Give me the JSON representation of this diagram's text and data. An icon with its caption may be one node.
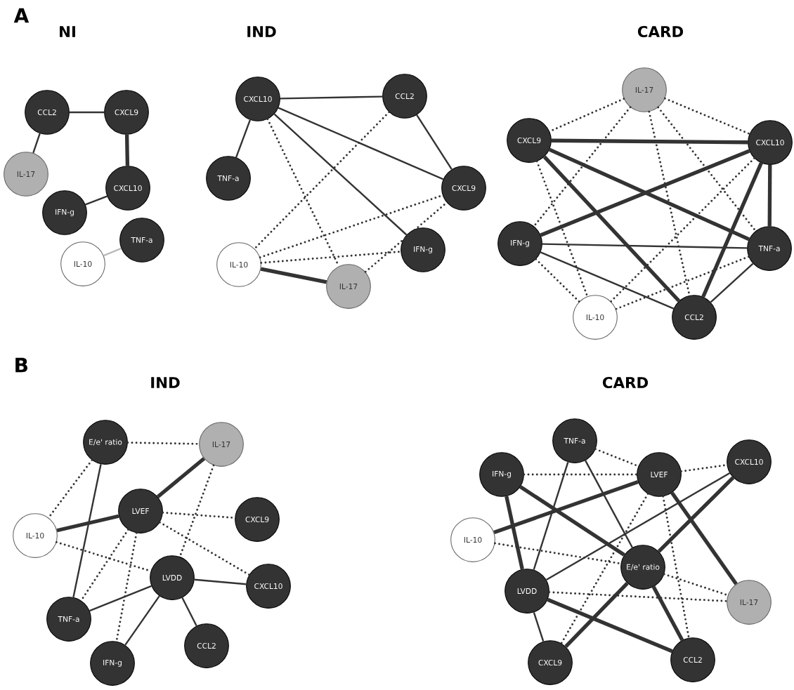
{
  "diagram": {
    "nodes": [
      {
        "text": [
          "CCL2"
        ]
      },
      {
        "text": [
          "CXCL9"
        ]
      },
      {
        "text": [
          "IL-17"
        ]
      },
      {
        "text": [
          "CXCL10"
        ]
      },
      {
        "text": [
          "IFN-g"
        ]
      },
      {
        "text": [
          "TNF-a"
        ]
      },
      {
        "text": [
          "IL-10"
        ]
      },
      {
        "text": [
          "CXCL10"
        ]
      },
      {
        "text": [
          "CCL2"
        ]
      },
      {
        "text": [
          "TNF-a"
        ]
      },
      {
        "text": [
          "CXCL9"
        ]
      },
      {
        "text": [
          "IL-10"
        ]
      },
      {
        "text": [
          "IFN-g"
        ]
      },
      {
        "text": [
          "IL-17"
        ]
      },
      {
        "text": [
          "IL-17"
        ]
      },
      {
        "text": [
          "CXCL9"
        ]
      },
      {
        "text": [
          "CXCL10"
        ]
      },
      {
        "text": [
          "IFN-g"
        ]
      },
      {
        "text": [
          "TNF-a"
        ]
      },
      {
        "text": [
          "IL-10"
        ]
      },
      {
        "text": [
          "CCL2"
        ]
      },
      {
        "text": [
          "E/e' ratio"
        ]
      },
      {
        "text": [
          "IL-17"
        ]
      },
      {
        "text": [
          "LVEF"
        ]
      },
      {
        "text": [
          "CXCL9"
        ]
      },
      {
        "text": [
          "IL-10"
        ]
      },
      {
        "text": [
          "LVDD"
        ]
      },
      {
        "text": [
          "CXCL10"
        ]
      },
      {
        "text": [
          "TNF-a"
        ]
      },
      {
        "text": [
          "CCL2"
        ]
      },
      {
        "text": [
          "IFN-g"
        ]
      },
      {
        "text": [
          "TNF-a"
        ]
      },
      {
        "text": [
          "IFN-g"
        ]
      },
      {
        "text": [
          "LVEF"
        ]
      },
      {
        "text": [
          "CXCL10"
        ]
      },
      {
        "text": [
          "IL-10"
        ]
      },
      {
        "text": [
          "E/e' ratio"
        ]
      },
      {
        "text": [
          "LVDD"
        ]
      },
      {
        "text": [
          "IL-17"
        ]
      },
      {
        "text": [
          "CXCL9"
        ]
      },
      {
        "text": [
          "CCL2"
        ]
      }
    ],
    "edges": [
      {
        "from": 0,
        "to": 1,
        "arrow": "none"
      },
      {
        "from": 0,
        "to": 2,
        "arrow": "none"
      },
      {
        "from": 1,
        "to": 3,
        "arrow": "none",
        "style": "thick"
      },
      {
        "from": 3,
        "to": 4,
        "arrow": "none"
      },
      {
        "from": 5,
        "to": 6,
        "arrow": "none",
        "color": "#bbbbbb"
      },
      {
        "from": 7,
        "to": 8,
        "arrow": "none"
      },
      {
        "from": 7,
        "to": 9,
        "arrow": "none"
      },
      {
        "from": 7,
        "to": 10,
        "arrow": "none"
      },
      {
        "from": 7,
        "to": 12,
        "arrow": "none"
      },
      {
        "from": 7,
        "to": 13,
        "arrow": "none",
        "style": "dashed"
      },
      {
        "from": 8,
        "to": 10,
        "arrow": "none"
      },
      {
        "from": 8,
        "to": 11,
        "arrow": "none",
        "style": "dashed"
      },
      {
        "from": 11,
        "to": 10,
        "arrow": "none",
        "style": "dashed"
      },
      {
        "from": 11,
        "to": 12,
        "arrow": "none",
        "style": "dashed"
      },
      {
        "from": 11,
        "to": 13,
        "arrow": "none",
        "style": "thick"
      },
      {
        "from": 13,
        "to": 10,
        "arrow": "none",
        "style": "dashed"
      },
      {
        "from": 14,
        "to": 15,
        "arrow": "none",
        "style": "dashed"
      },
      {
        "from": 14,
        "to": 16,
        "arrow": "none",
        "style": "dashed"
      },
      {
        "from": 14,
        "to": 17,
        "arrow": "none",
        "style": "dashed"
      },
      {
        "from": 14,
        "to": 20,
        "arrow": "none",
        "style": "dashed"
      },
      {
        "from": 14,
        "to": 18,
        "arrow": "none",
        "style": "dashed"
      },
      {
        "from": 15,
        "to": 16,
        "arrow": "none",
        "style": "thick"
      },
      {
        "from": 15,
        "to": 18,
        "arrow": "none",
        "style": "thick"
      },
      {
        "from": 15,
        "to": 20,
        "arrow": "none",
        "style": "thick"
      },
      {
        "from": 15,
        "to": 19,
        "arrow": "none",
        "style": "dashed"
      },
      {
        "from": 16,
        "to": 17,
        "arrow": "none",
        "style": "thick"
      },
      {
        "from": 16,
        "to": 18,
        "arrow": "none",
        "style": "thick"
      },
      {
        "from": 16,
        "to": 20,
        "arrow": "none",
        "style": "thick"
      },
      {
        "from": 16,
        "to": 19,
        "arrow": "none",
        "style": "dashed"
      },
      {
        "from": 17,
        "to": 18,
        "arrow": "none"
      },
      {
        "from": 17,
        "to": 20,
        "arrow": "none"
      },
      {
        "from": 17,
        "to": 19,
        "arrow": "none",
        "style": "dashed"
      },
      {
        "from": 18,
        "to": 20,
        "arrow": "none"
      },
      {
        "from": 18,
        "to": 19,
        "arrow": "none",
        "style": "dashed"
      },
      {
        "from": 21,
        "to": 22,
        "arrow": "none",
        "style": "dashed"
      },
      {
        "from": 21,
        "to": 25,
        "arrow": "none",
        "style": "dashed"
      },
      {
        "from": 21,
        "to": 28,
        "arrow": "none"
      },
      {
        "from": 22,
        "to": 23,
        "arrow": "none",
        "style": "thick"
      },
      {
        "from": 22,
        "to": 26,
        "arrow": "none",
        "style": "dashed"
      },
      {
        "from": 23,
        "to": 25,
        "arrow": "none",
        "style": "thick"
      },
      {
        "from": 23,
        "to": 24,
        "arrow": "none",
        "style": "dashed"
      },
      {
        "from": 23,
        "to": 27,
        "arrow": "none",
        "style": "dashed"
      },
      {
        "from": 23,
        "to": 28,
        "arrow": "none",
        "style": "dashed"
      },
      {
        "from": 23,
        "to": 30,
        "arrow": "none",
        "style": "dashed"
      },
      {
        "from": 25,
        "to": 26,
        "arrow": "none",
        "style": "dashed"
      },
      {
        "from": 26,
        "to": 27,
        "arrow": "none"
      },
      {
        "from": 26,
        "to": 28,
        "arrow": "none"
      },
      {
        "from": 26,
        "to": 30,
        "arrow": "none"
      },
      {
        "from": 26,
        "to": 29,
        "arrow": "none"
      },
      {
        "from": 31,
        "to": 33,
        "arrow": "none",
        "style": "dashed"
      },
      {
        "from": 31,
        "to": 37,
        "arrow": "none"
      },
      {
        "from": 31,
        "to": 36,
        "arrow": "none"
      },
      {
        "from": 32,
        "to": 33,
        "arrow": "none",
        "style": "dashed"
      },
      {
        "from": 32,
        "to": 36,
        "arrow": "none",
        "style": "thick"
      },
      {
        "from": 32,
        "to": 37,
        "arrow": "none",
        "style": "thick"
      },
      {
        "from": 33,
        "to": 34,
        "arrow": "none",
        "style": "dashed"
      },
      {
        "from": 33,
        "to": 35,
        "arrow": "none",
        "style": "thick"
      },
      {
        "from": 33,
        "to": 38,
        "arrow": "none",
        "style": "thick"
      },
      {
        "from": 33,
        "to": 39,
        "arrow": "none",
        "style": "dashed"
      },
      {
        "from": 33,
        "to": 40,
        "arrow": "none",
        "style": "dashed"
      },
      {
        "from": 34,
        "to": 37,
        "arrow": "none"
      },
      {
        "from": 34,
        "to": 36,
        "arrow": "none",
        "style": "thick"
      },
      {
        "from": 35,
        "to": 36,
        "arrow": "none",
        "style": "dashed"
      },
      {
        "from": 36,
        "to": 38,
        "arrow": "none",
        "style": "dashed"
      },
      {
        "from": 36,
        "to": 40,
        "arrow": "none",
        "style": "thick"
      },
      {
        "from": 36,
        "to": 39,
        "arrow": "none",
        "style": "thick"
      },
      {
        "from": 37,
        "to": 38,
        "arrow": "none",
        "style": "dashed"
      },
      {
        "from": 37,
        "to": 39,
        "arrow": "none"
      },
      {
        "from": 37,
        "to": 40,
        "arrow": "none",
        "style": "thick"
      }
    ],
    "labels": [
      "A",
      "NI",
      "IND",
      "CARD",
      "B",
      "IND",
      "CARD"
    ]
  }
}
